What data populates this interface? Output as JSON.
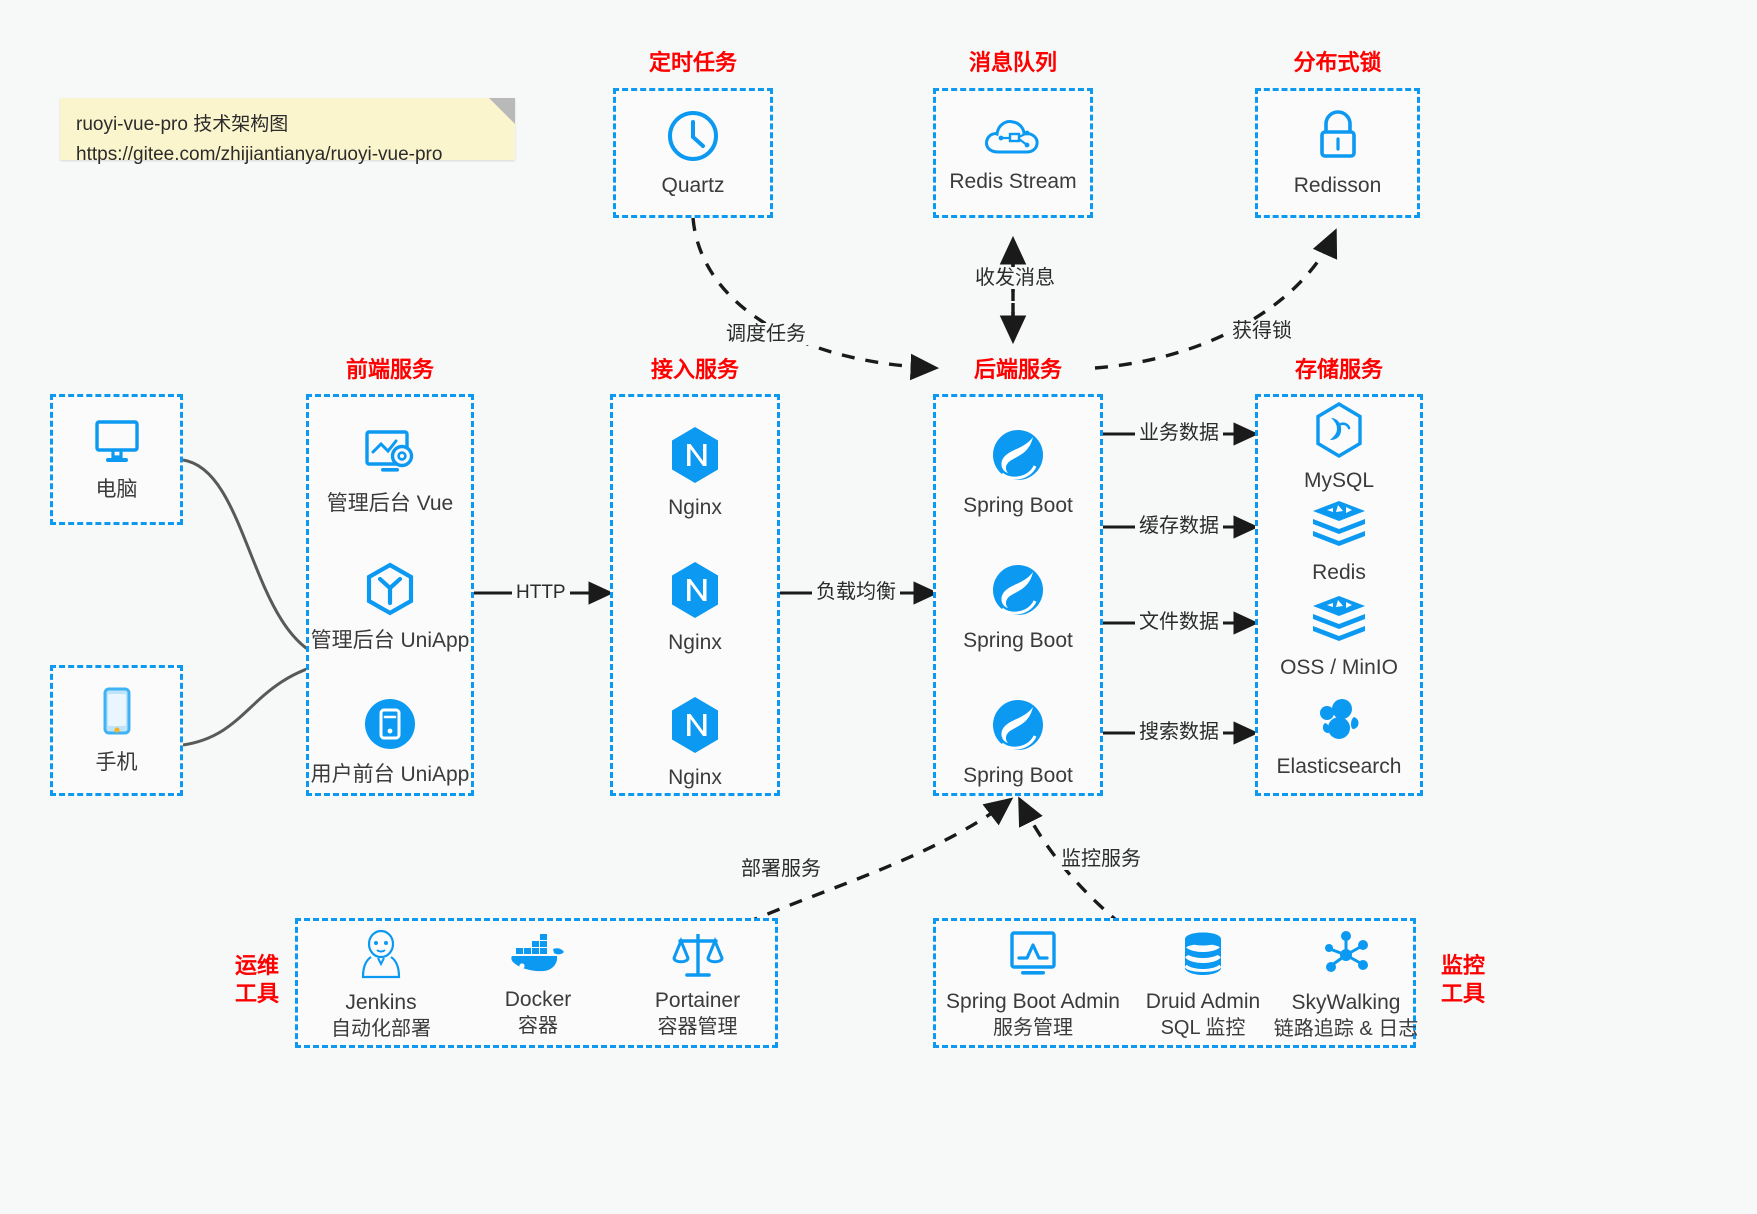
{
  "note": {
    "line1": "ruoyi-vue-pro 技术架构图",
    "line2": "https://gitee.com/zhijiantianya/ruoyi-vue-pro"
  },
  "colors": {
    "accent": "#0c99f2",
    "title": "#ff0000",
    "background": "#f7f8f8",
    "note_bg": "#fbf5ce",
    "text": "#3b3b3b",
    "arrow": "#1a1a1a"
  },
  "groups": {
    "scheduler": {
      "title": "定时任务",
      "nodes": [
        {
          "label": "Quartz",
          "icon": "clock-icon"
        }
      ]
    },
    "mq": {
      "title": "消息队列",
      "nodes": [
        {
          "label": "Redis Stream",
          "icon": "cloud-stream-icon"
        }
      ]
    },
    "lock": {
      "title": "分布式锁",
      "nodes": [
        {
          "label": "Redisson",
          "icon": "lock-icon"
        }
      ]
    },
    "device_pc": {
      "title": "",
      "nodes": [
        {
          "label": "电脑",
          "icon": "desktop-icon"
        }
      ]
    },
    "device_phone": {
      "title": "",
      "nodes": [
        {
          "label": "手机",
          "icon": "phone-icon"
        }
      ]
    },
    "frontend": {
      "title": "前端服务",
      "nodes": [
        {
          "label": "管理后台 Vue",
          "icon": "dashboard-vue-icon"
        },
        {
          "label": "管理后台 UniApp",
          "icon": "uniapp-icon"
        },
        {
          "label": "用户前台 UniApp",
          "icon": "mobile-app-icon"
        }
      ]
    },
    "gateway": {
      "title": "接入服务",
      "nodes": [
        {
          "label": "Nginx",
          "icon": "nginx-icon"
        },
        {
          "label": "Nginx",
          "icon": "nginx-icon"
        },
        {
          "label": "Nginx",
          "icon": "nginx-icon"
        }
      ]
    },
    "backend": {
      "title": "后端服务",
      "nodes": [
        {
          "label": "Spring Boot",
          "icon": "spring-boot-icon"
        },
        {
          "label": "Spring Boot",
          "icon": "spring-boot-icon"
        },
        {
          "label": "Spring Boot",
          "icon": "spring-boot-icon"
        }
      ]
    },
    "storage": {
      "title": "存储服务",
      "nodes": [
        {
          "label": "MySQL",
          "icon": "mysql-icon"
        },
        {
          "label": "Redis",
          "icon": "redis-icon"
        },
        {
          "label": "OSS / MinIO",
          "icon": "redis-icon"
        },
        {
          "label": "Elasticsearch",
          "icon": "elasticsearch-icon"
        }
      ]
    },
    "devops": {
      "title": "运维\n工具",
      "title_l1": "运维",
      "title_l2": "工具",
      "nodes": [
        {
          "label": "Jenkins",
          "sub": "自动化部署",
          "icon": "jenkins-icon"
        },
        {
          "label": "Docker",
          "sub": "容器",
          "icon": "docker-icon"
        },
        {
          "label": "Portainer",
          "sub": "容器管理",
          "icon": "scales-icon"
        }
      ]
    },
    "monitor": {
      "title": "监控\n工具",
      "title_l1": "监控",
      "title_l2": "工具",
      "nodes": [
        {
          "label": "Spring Boot Admin",
          "sub": "服务管理",
          "icon": "monitor-chart-icon"
        },
        {
          "label": "Druid Admin",
          "sub": "SQL 监控",
          "icon": "database-icon"
        },
        {
          "label": "SkyWalking",
          "sub": "链路追踪 & 日志",
          "icon": "skywalking-icon"
        }
      ]
    }
  },
  "edges": [
    {
      "id": "device-to-frontend",
      "label": "",
      "style": "solid-curve"
    },
    {
      "id": "frontend-to-gateway",
      "label": "HTTP",
      "style": "solid-arrow"
    },
    {
      "id": "gateway-to-backend",
      "label": "负载均衡",
      "style": "solid-arrow"
    },
    {
      "id": "backend-to-mysql",
      "label": "业务数据",
      "style": "solid-arrow"
    },
    {
      "id": "backend-to-redis",
      "label": "缓存数据",
      "style": "solid-arrow"
    },
    {
      "id": "backend-to-oss",
      "label": "文件数据",
      "style": "solid-arrow"
    },
    {
      "id": "backend-to-es",
      "label": "搜索数据",
      "style": "solid-arrow"
    },
    {
      "id": "quartz-to-backend",
      "label": "调度任务",
      "style": "dashed-curve"
    },
    {
      "id": "backend-to-mq",
      "label": "收发消息",
      "style": "dashed-bidirectional"
    },
    {
      "id": "backend-to-lock",
      "label": "获得锁",
      "style": "dashed-curve"
    },
    {
      "id": "devops-to-backend",
      "label": "部署服务",
      "style": "dashed-curve"
    },
    {
      "id": "monitor-to-backend",
      "label": "监控服务",
      "style": "dashed-curve"
    }
  ]
}
